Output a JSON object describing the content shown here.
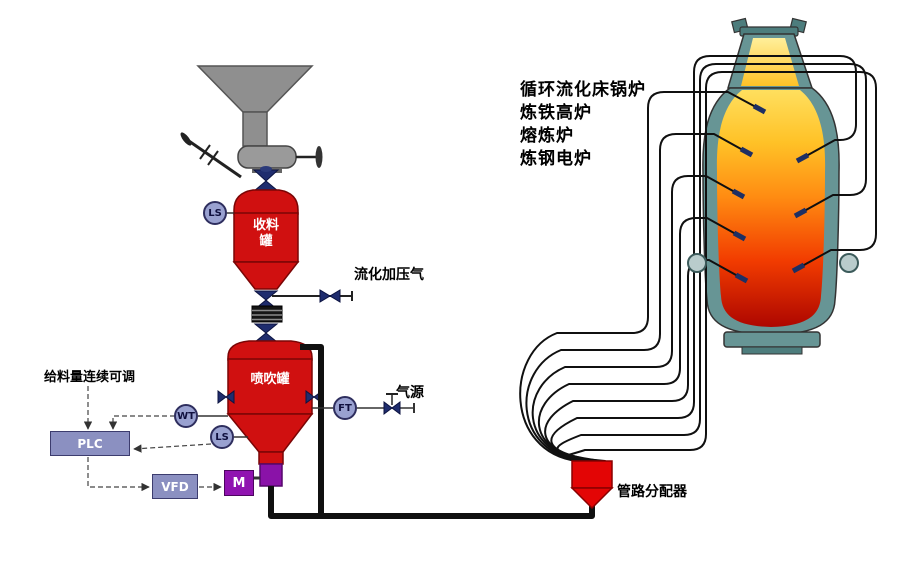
{
  "diagram": {
    "feed_note": "给料量连续可调",
    "fluidization_gas_label": "流化加压气",
    "gas_source_label": "气源",
    "receiving_tank_label": "收料罐",
    "injection_tank_label": "喷吹罐",
    "distributor_label": "管路分配器",
    "applications": [
      "循环流化床锅炉",
      "炼铁高炉",
      "熔炼炉",
      "炼钢电炉"
    ],
    "instruments": {
      "ls_receiving": "LS",
      "ls_injection": "LS",
      "weight_transmitter": "WT",
      "flow_transmitter": "FT"
    },
    "controls": {
      "plc": "PLC",
      "vfd": "VFD",
      "motor": "M"
    },
    "colors": {
      "vessel_red": "#d01010",
      "valve_blue": "#1f2d6e",
      "control_box": "#8b90c1",
      "motor_purple": "#9013b0",
      "furnace_shell": "#679595",
      "flame_yellow": "#ffdf5e",
      "flame_red": "#ad0600",
      "hopper_gray": "#8f8f8f"
    }
  }
}
